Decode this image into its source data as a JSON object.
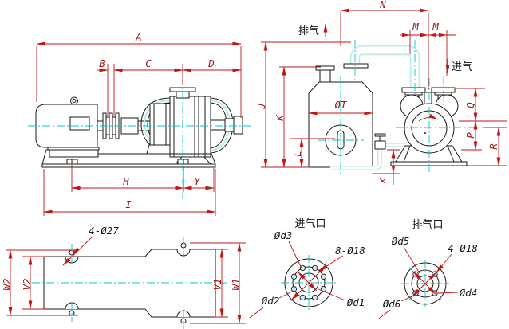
{
  "side_view": {
    "dim_a": "A",
    "dim_b": "B",
    "dim_c": "C",
    "dim_d": "D",
    "dim_h": "H",
    "dim_y": "Y",
    "dim_i": "I"
  },
  "front_view": {
    "dim_n": "N",
    "dim_m1": "M",
    "dim_m2": "M",
    "dim_j": "J",
    "dim_k": "K",
    "dim_l": "L",
    "dim_t": "ØT",
    "dim_x": "x",
    "dim_q": "Q",
    "dim_p": "P",
    "dim_r": "R",
    "exhaust_label": "排气",
    "intake_label": "进气"
  },
  "plan_view": {
    "holes_label": "4-Ø27",
    "dim_w2": "W2",
    "dim_v2": "V2",
    "dim_v1": "V1",
    "dim_w1": "W1"
  },
  "inlet_flange": {
    "title": "进气口",
    "dim_d3": "Ød3",
    "holes_label": "8-Ø18",
    "dim_d2": "Ød2",
    "dim_d1": "Ød1"
  },
  "outlet_flange": {
    "title": "排气口",
    "dim_d5": "Ød5",
    "holes_label": "4-Ø18",
    "dim_d6": "Ød6",
    "dim_d4": "Ød4"
  },
  "colors": {
    "outline": "#1a1a1a",
    "dimension_line": "#c41414",
    "dimension_text": "#9e1a1a",
    "centerline": "#00c8c8",
    "pipe_highlight": "#bfeaea",
    "hole_fill": "#c9eded",
    "background": "#ffffff"
  }
}
